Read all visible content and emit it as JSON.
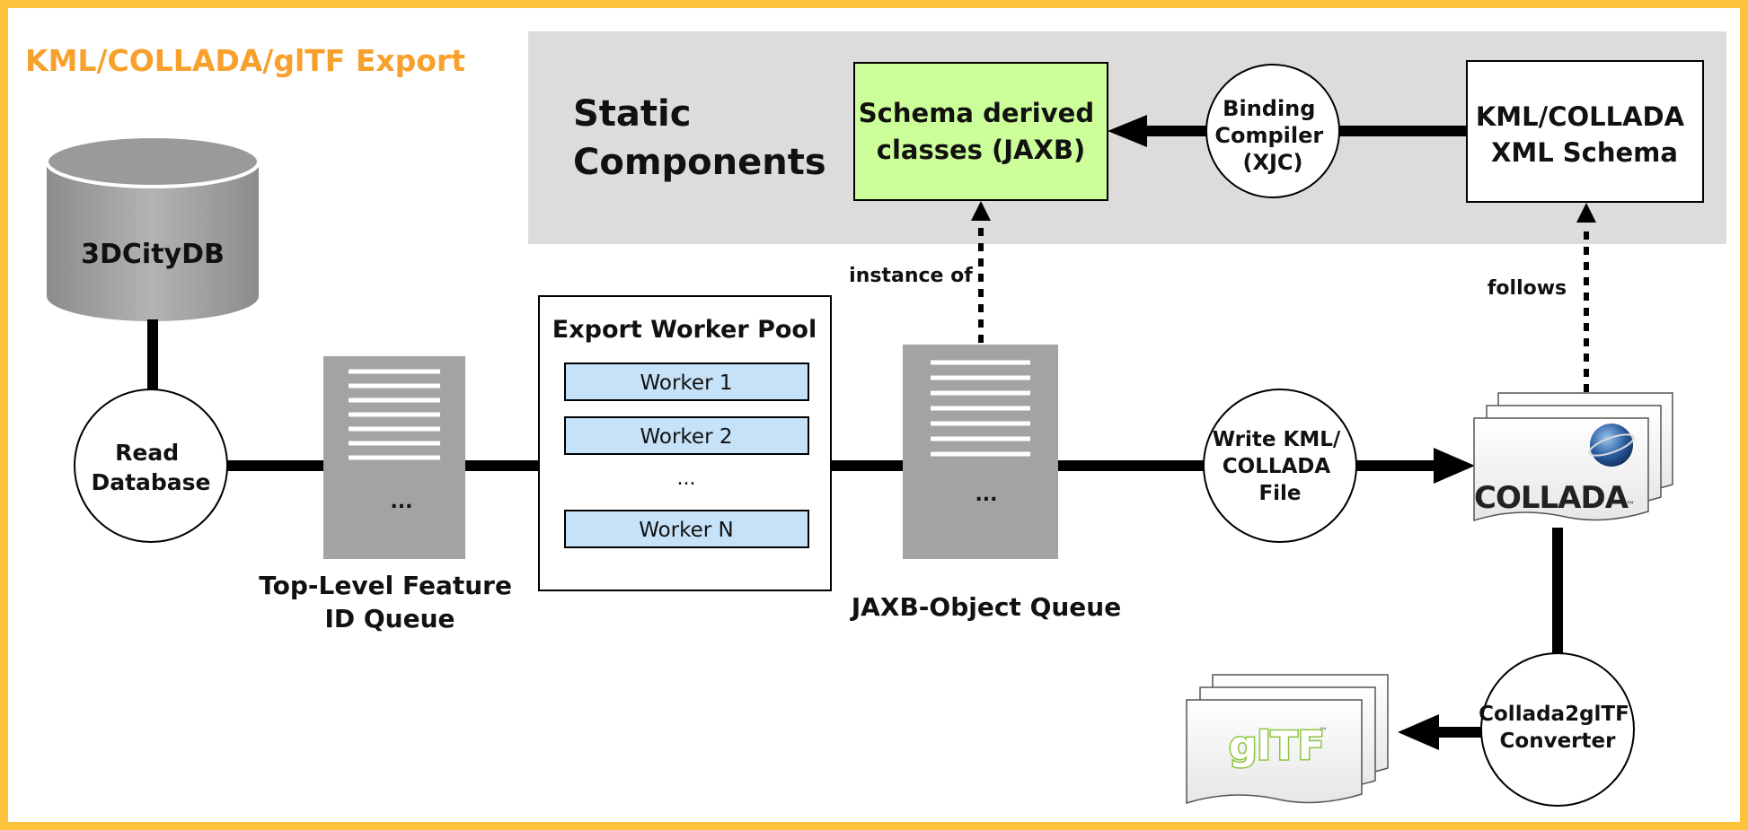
{
  "title": "KML/COLLADA/glTF Export",
  "static_components": {
    "label_line1": "Static",
    "label_line2": "Components",
    "schema_classes_line1": "Schema derived",
    "schema_classes_line2": "classes (JAXB)",
    "binding_compiler_line1": "Binding",
    "binding_compiler_line2": "Compiler",
    "binding_compiler_line3": "(XJC)",
    "xml_schema_line1": "KML/COLLADA",
    "xml_schema_line2": "XML Schema"
  },
  "database": {
    "label": "3DCityDB"
  },
  "read_database": {
    "line1": "Read",
    "line2": "Database"
  },
  "feature_queue": {
    "ellipsis": "...",
    "label_line1": "Top-Level Feature",
    "label_line2": "ID Queue"
  },
  "worker_pool": {
    "title": "Export Worker Pool",
    "workers": [
      "Worker 1",
      "Worker 2",
      "Worker N"
    ],
    "ellipsis": "..."
  },
  "jaxb_queue": {
    "ellipsis": "...",
    "label": "JAXB-Object Queue"
  },
  "instance_of_label": "instance of",
  "follows_label": "follows",
  "write_file": {
    "line1": "Write KML/",
    "line2": "COLLADA",
    "line3": "File"
  },
  "collada_logo": {
    "text": "COLLADA",
    "tm": "™"
  },
  "converter": {
    "line1": "Collada2glTF",
    "line2": "Converter"
  },
  "gltf_logo": {
    "text": "glTF",
    "tm": "™"
  },
  "colors": {
    "border": "#FCC43D",
    "title": "#F7A12C",
    "static_bg": "#DCDCDC",
    "schema_green": "#CCFF99",
    "worker_blue": "#C5E2F9",
    "queue_gray": "#A3A3A3",
    "collada_orange": "#F5A623",
    "gltf_green": "#8CC63F"
  }
}
